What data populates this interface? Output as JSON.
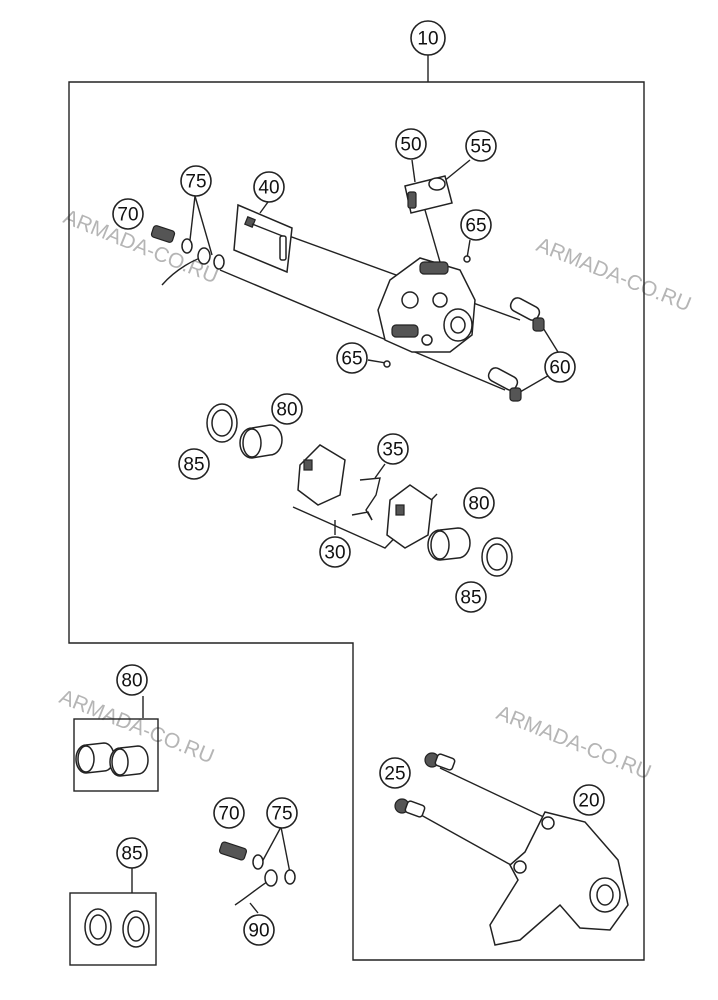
{
  "watermark": "ARMADA-CO.RU",
  "callouts": {
    "c10": "10",
    "c75a": "75",
    "c70a": "70",
    "c40": "40",
    "c50": "50",
    "c55": "55",
    "c65a": "65",
    "c60": "60",
    "c65b": "65",
    "c80a": "80",
    "c85a": "85",
    "c35": "35",
    "c80b": "80",
    "c30": "30",
    "c85b": "85",
    "c80c": "80",
    "c25": "25",
    "c20": "20",
    "c70b": "70",
    "c75b": "75",
    "c85c": "85",
    "c90": "90"
  }
}
